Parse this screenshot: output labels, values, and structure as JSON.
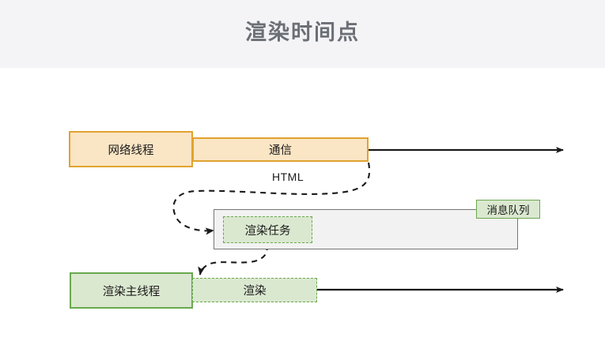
{
  "page": {
    "title": "渲染时间点",
    "background": "#ffffff",
    "header_background": "#f4f4f6",
    "title_color": "#6b6f76"
  },
  "colors": {
    "orange_fill": "#fae5c4",
    "orange_border": "#e0a32e",
    "green_fill": "#dbe8d0",
    "green_border": "#6aa84f",
    "gray_fill": "#f2f2f2",
    "gray_border": "#767676",
    "line": "#1a1a1a"
  },
  "diagram": {
    "network_thread": {
      "label": "网络线程"
    },
    "communication": {
      "label": "通信"
    },
    "html_edge": {
      "label": "HTML"
    },
    "message_queue": {
      "label": "消息队列"
    },
    "render_task": {
      "label": "渲染任务"
    },
    "render_main_thread": {
      "label": "渲染主线程"
    },
    "render": {
      "label": "渲染"
    },
    "timeline_arrows": [
      {
        "name": "network-timeline-arrow"
      },
      {
        "name": "render-timeline-arrow"
      }
    ]
  }
}
